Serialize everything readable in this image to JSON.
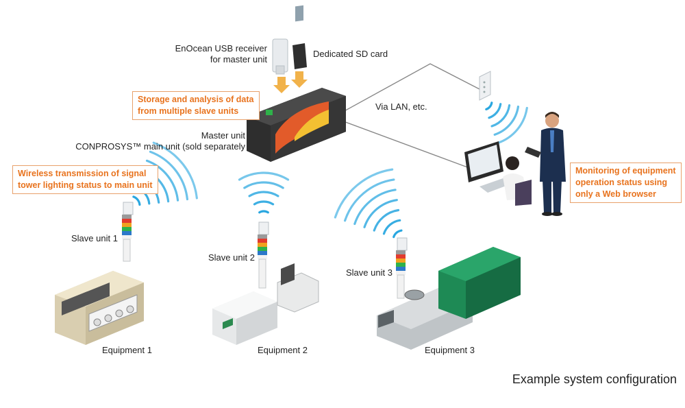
{
  "labels": {
    "usb_receiver": [
      "EnOcean USB receiver",
      "for master unit"
    ],
    "sd_card": "Dedicated SD card",
    "via_lan": "Via LAN, etc.",
    "master_unit": [
      "Master unit",
      "CONPROSYS™ main unit (sold separately"
    ],
    "slave1": "Slave unit 1",
    "slave2": "Slave unit 2",
    "slave3": "Slave unit 3",
    "equip1": "Equipment 1",
    "equip2": "Equipment 2",
    "equip3": "Equipment 3"
  },
  "callouts": {
    "storage": [
      "Storage and analysis of data",
      "from multiple slave units"
    ],
    "wireless": [
      "Wireless transmission of signal",
      "tower lighting status to main unit"
    ],
    "monitoring": [
      "Monitoring of equipment",
      "operation status using",
      "only a Web browser"
    ]
  },
  "caption": "Example system configuration",
  "colors": {
    "callout_text": "#e8731e",
    "callout_border": "#e8a06a",
    "wave": "#2aa7e0",
    "master_body": "#3a3a3a",
    "machine_green": "#1e8a55"
  }
}
